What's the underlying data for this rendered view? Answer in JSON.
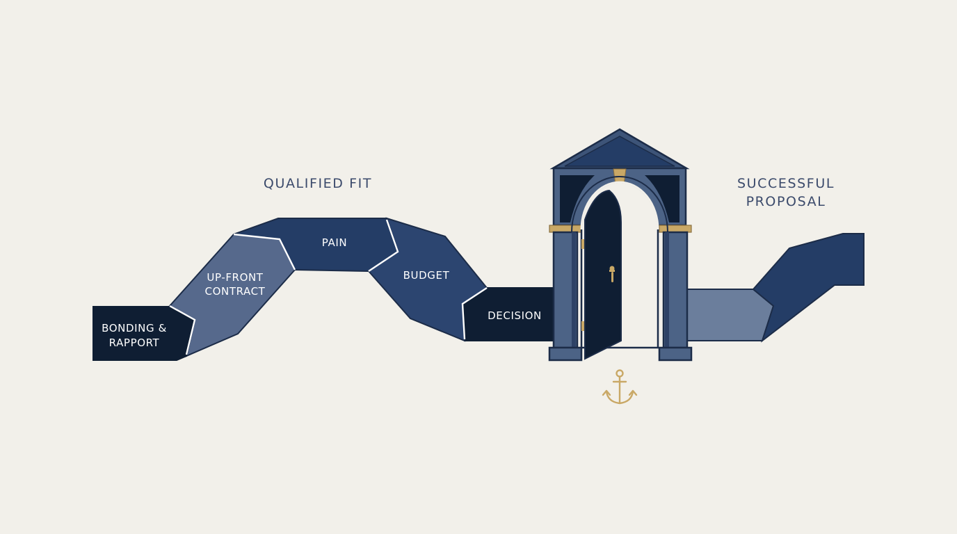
{
  "headings": {
    "qualified_fit": "QUALIFIED FIT",
    "successful_proposal_line1": "SUCCESSFUL",
    "successful_proposal_line2": "PROPOSAL"
  },
  "stages": {
    "bonding_line1": "BONDING &",
    "bonding_line2": "RAPPORT",
    "upfront_line1": "UP-FRONT",
    "upfront_line2": "CONTRACT",
    "pain": "PAIN",
    "budget": "BUDGET",
    "decision": "DECISION"
  },
  "icons": {
    "gate": "archway-gate-icon",
    "door": "open-door-icon",
    "anchor": "anchor-icon"
  },
  "colors": {
    "background": "#f2f0ea",
    "navy_dark": "#0f1e33",
    "navy": "#243d66",
    "slate": "#56698c",
    "slate_light": "#6b7e9c",
    "gold": "#c9a866",
    "text_heading": "#3b4a6b"
  }
}
